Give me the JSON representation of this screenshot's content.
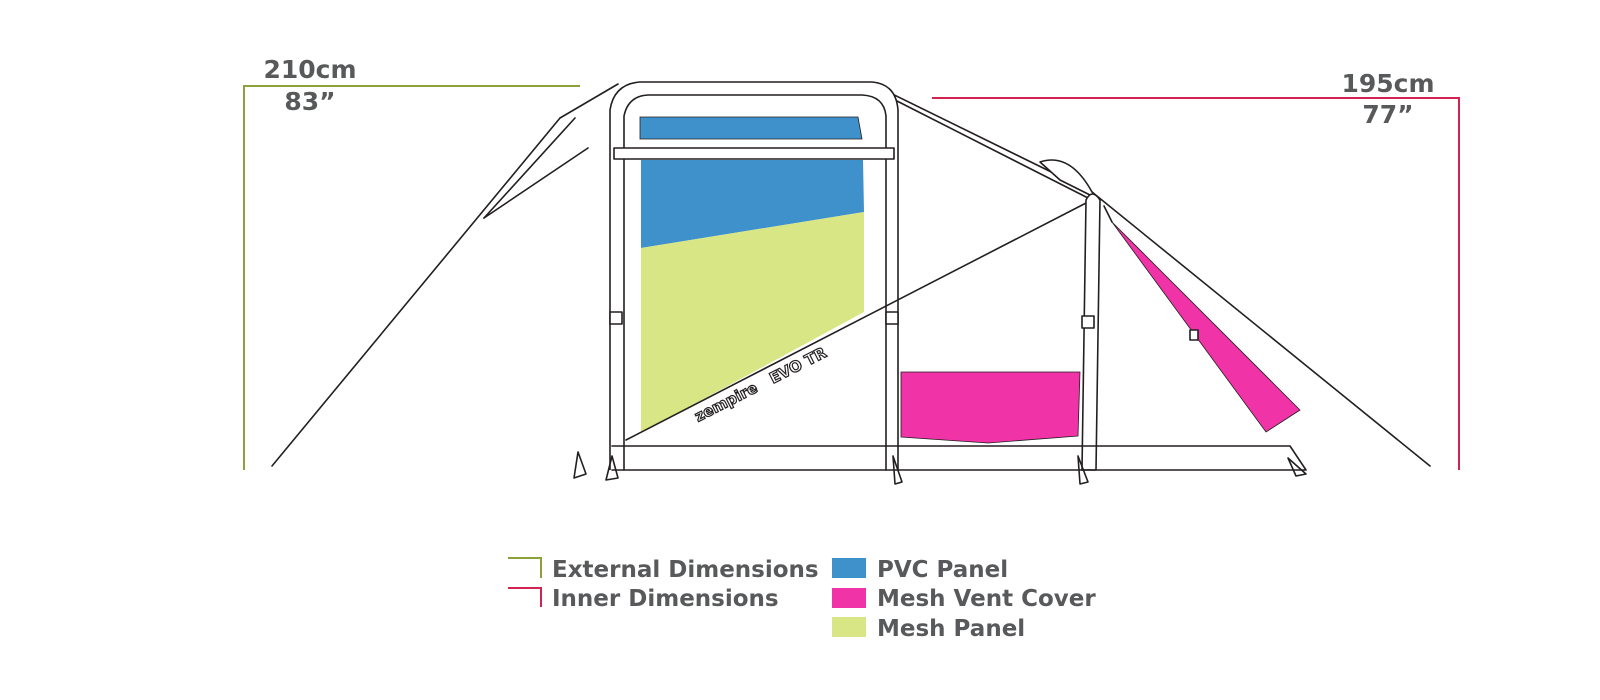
{
  "dimensions": {
    "external": {
      "metric": "210cm",
      "imperial": "83”",
      "color": "#8ca03c"
    },
    "inner": {
      "metric": "195cm",
      "imperial": "77”",
      "color": "#d0234f"
    }
  },
  "branding": {
    "logo_text": "zempire",
    "model_text": "EVO TR"
  },
  "legend": {
    "items": [
      {
        "label": "External Dimensions",
        "type": "line",
        "color": "#8ca03c"
      },
      {
        "label": "Inner Dimensions",
        "type": "line",
        "color": "#d0234f"
      },
      {
        "label": "PVC Panel",
        "type": "swatch",
        "color": "#3f91cb"
      },
      {
        "label": "Mesh Vent Cover",
        "type": "swatch",
        "color": "#f033a6"
      },
      {
        "label": "Mesh Panel",
        "type": "swatch",
        "color": "#d9e685"
      }
    ]
  }
}
